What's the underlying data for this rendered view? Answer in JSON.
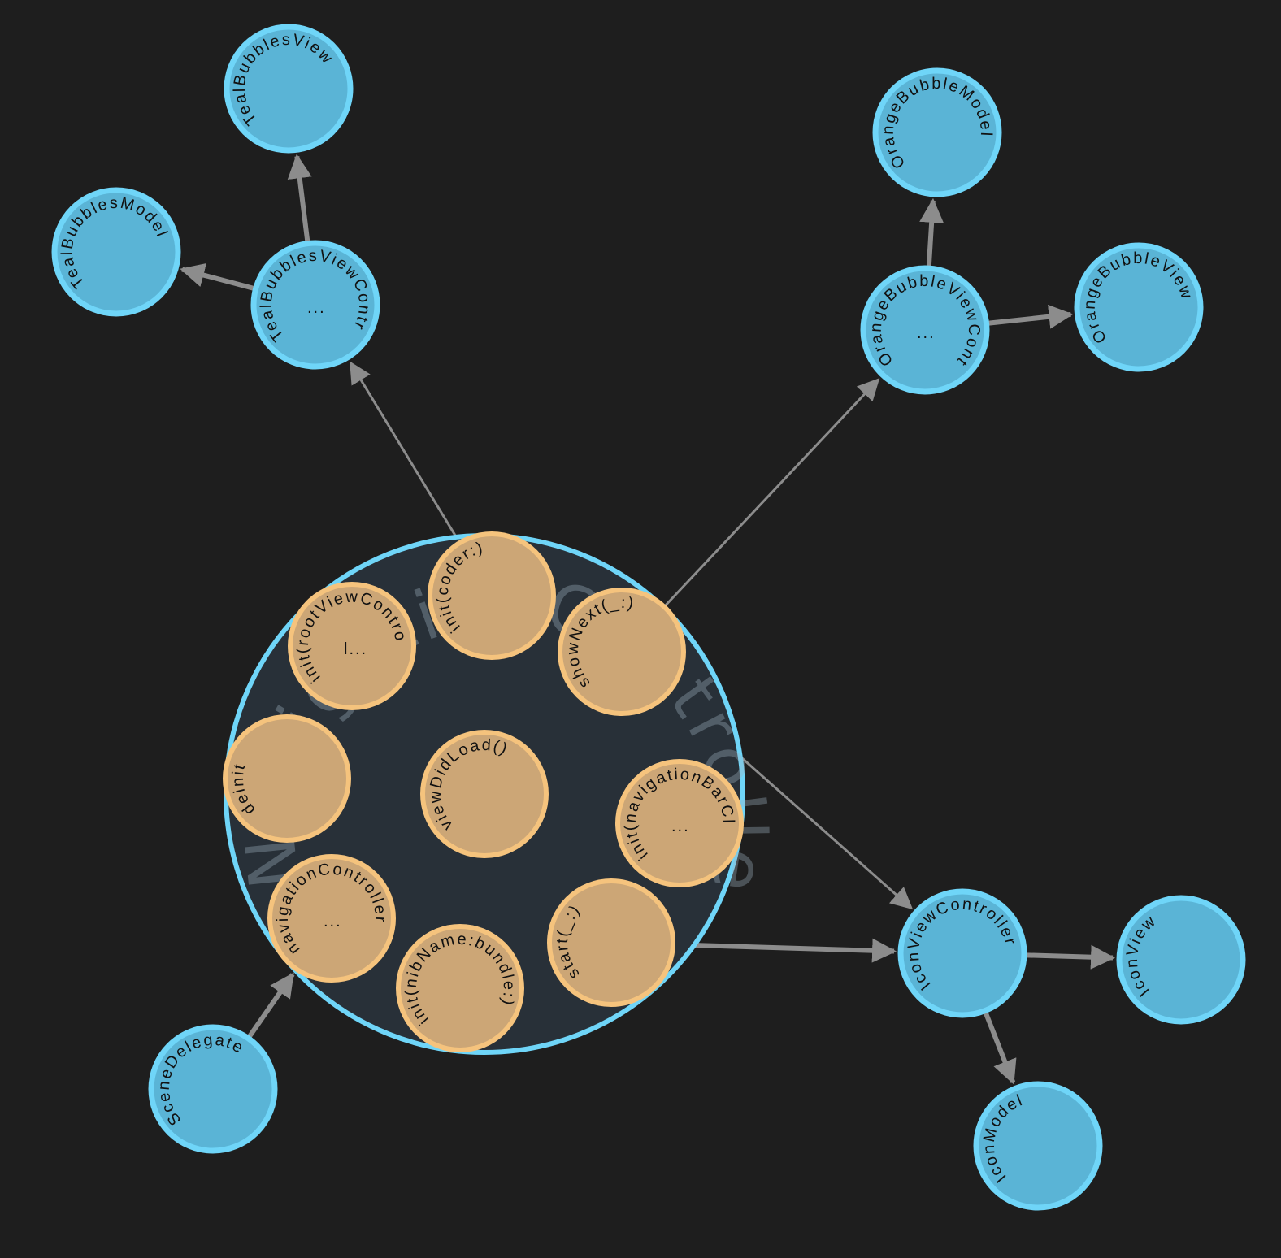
{
  "colors": {
    "background": "#1e1e1e",
    "node_fill": "#5ab4d6",
    "node_stroke": "#6fd5f8",
    "method_fill": "#cca676",
    "method_stroke": "#f5c37d",
    "edge": "#8c8c8c"
  },
  "container": {
    "label": "NavigationController"
  },
  "methods": [
    {
      "id": "m_init_coder",
      "label": "init(coder:)",
      "sub": ""
    },
    {
      "id": "m_shownext",
      "label": "showNext(_:)",
      "sub": ""
    },
    {
      "id": "m_init_root",
      "label": "init(rootViewContro",
      "sub": "l..."
    },
    {
      "id": "m_deinit",
      "label": "deinit",
      "sub": ""
    },
    {
      "id": "m_viewdidload",
      "label": "viewDidLoad()",
      "sub": ""
    },
    {
      "id": "m_init_navbar",
      "label": "init(navigationBarCl",
      "sub": "..."
    },
    {
      "id": "m_navctrl",
      "label": "navigationController",
      "sub": "..."
    },
    {
      "id": "m_start",
      "label": "start(_:)",
      "sub": ""
    },
    {
      "id": "m_init_nib",
      "label": "init(nibName:bundle:)",
      "sub": ""
    }
  ],
  "nodes": [
    {
      "id": "n_tealview",
      "label": "TealBubblesView",
      "sub": ""
    },
    {
      "id": "n_tealmodel",
      "label": "TealBubblesModel",
      "sub": ""
    },
    {
      "id": "n_tealvc",
      "label": "TealBubblesViewContr",
      "sub": "..."
    },
    {
      "id": "n_orangemodel",
      "label": "OrangeBubbleModel",
      "sub": ""
    },
    {
      "id": "n_orangevc",
      "label": "OrangeBubbleViewCont",
      "sub": "..."
    },
    {
      "id": "n_orangeview",
      "label": "OrangeBubbleView",
      "sub": ""
    },
    {
      "id": "n_iconvc",
      "label": "IconViewController",
      "sub": ""
    },
    {
      "id": "n_iconview",
      "label": "IconView",
      "sub": ""
    },
    {
      "id": "n_iconmodel",
      "label": "IconModel",
      "sub": ""
    },
    {
      "id": "n_scenedelegate",
      "label": "SceneDelegate",
      "sub": ""
    }
  ],
  "edges": [
    {
      "from": "n_tealvc",
      "to": "n_tealview"
    },
    {
      "from": "n_tealvc",
      "to": "n_tealmodel"
    },
    {
      "from": "n_orangevc",
      "to": "n_orangemodel"
    },
    {
      "from": "n_orangevc",
      "to": "n_orangeview"
    },
    {
      "from": "m_init_coder",
      "to": "n_tealvc"
    },
    {
      "from": "m_shownext",
      "to": "n_orangevc"
    },
    {
      "from": "m_shownext",
      "to": "n_iconvc"
    },
    {
      "from": "m_start",
      "to": "n_iconvc"
    },
    {
      "from": "n_iconvc",
      "to": "n_iconview"
    },
    {
      "from": "n_iconvc",
      "to": "n_iconmodel"
    },
    {
      "from": "n_scenedelegate",
      "to": "m_navctrl"
    }
  ]
}
